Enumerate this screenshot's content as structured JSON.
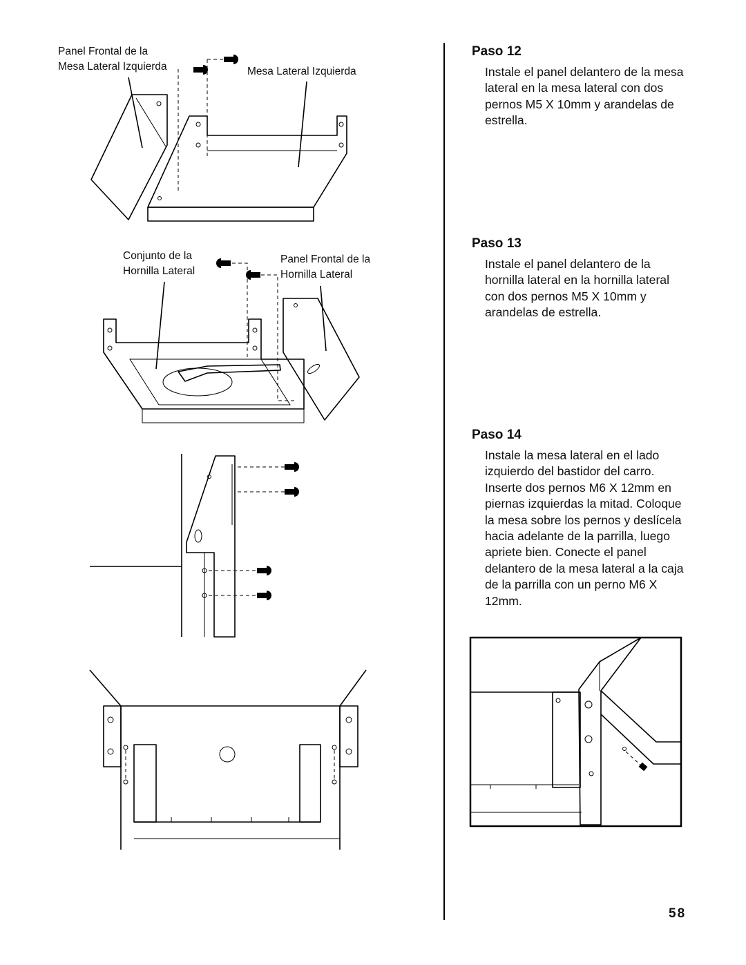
{
  "figures": {
    "fig1": {
      "label_left": "Panel Frontal de la\nMesa Lateral Izquierda",
      "label_right": "Mesa Lateral Izquierda"
    },
    "fig2": {
      "label_left": "Conjunto de la\nHornilla Lateral",
      "label_right": "Panel Frontal de la\nHornilla Lateral"
    }
  },
  "steps": [
    {
      "title": "Paso 12",
      "text": "Instale el panel delantero de la mesa lateral en la mesa lateral con dos pernos M5 X 10mm y arandelas de estrella."
    },
    {
      "title": "Paso 13",
      "text": "Instale el panel delantero de la hornilla lateral en la hornilla lateral con dos pernos M5 X 10mm y arandelas de estrella."
    },
    {
      "title": "Paso 14",
      "text": "Instale la mesa lateral en el lado izquierdo del bastidor del carro. Inserte dos pernos M6 X 12mm en piernas izquierdas la mitad. Coloque la mesa sobre los pernos y deslícela hacia adelante de la parrilla, luego apriete bien. Conecte el panel delantero de la mesa lateral a la caja de la parrilla con un perno M6 X 12mm."
    }
  ],
  "page_number": "58"
}
